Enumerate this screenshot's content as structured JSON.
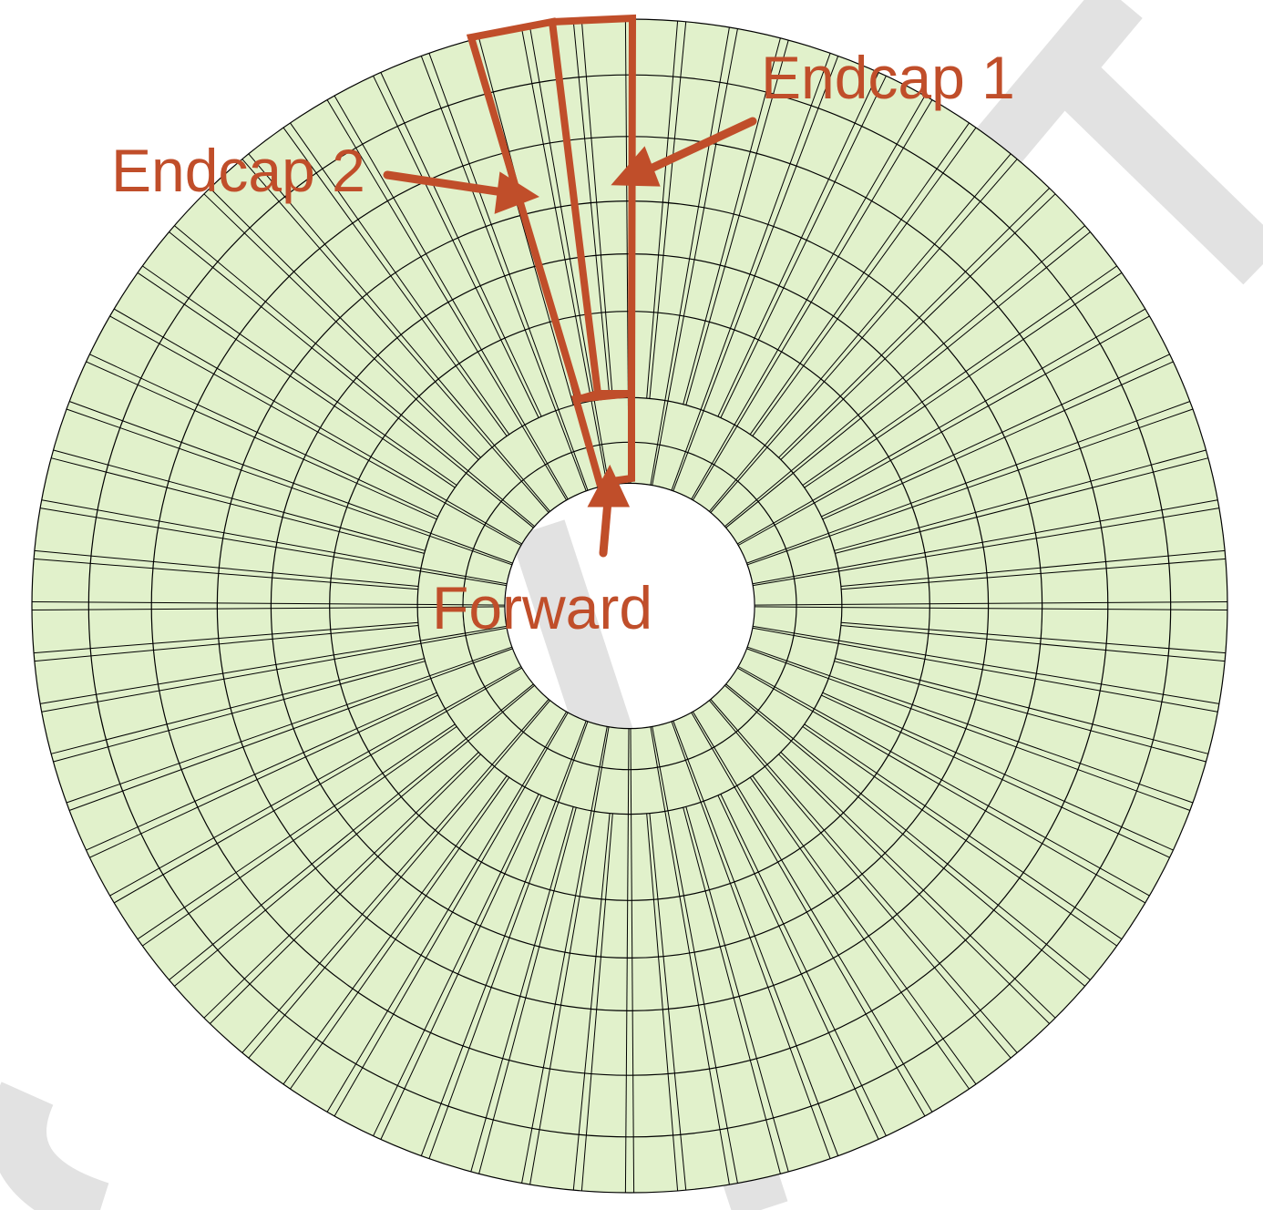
{
  "diagram": {
    "labels": {
      "endcap1": "Endcap 1",
      "endcap2": "Endcap 2",
      "forward": "Forward"
    },
    "colors": {
      "fill": "#e1f1cb",
      "grid": "#000000",
      "annotation": "#c04e2a",
      "watermark": "#e2e2e2"
    },
    "mesh": {
      "inner_sectors": 36,
      "outer_sectors": 72,
      "gap_angle_deg": 0.4
    }
  }
}
